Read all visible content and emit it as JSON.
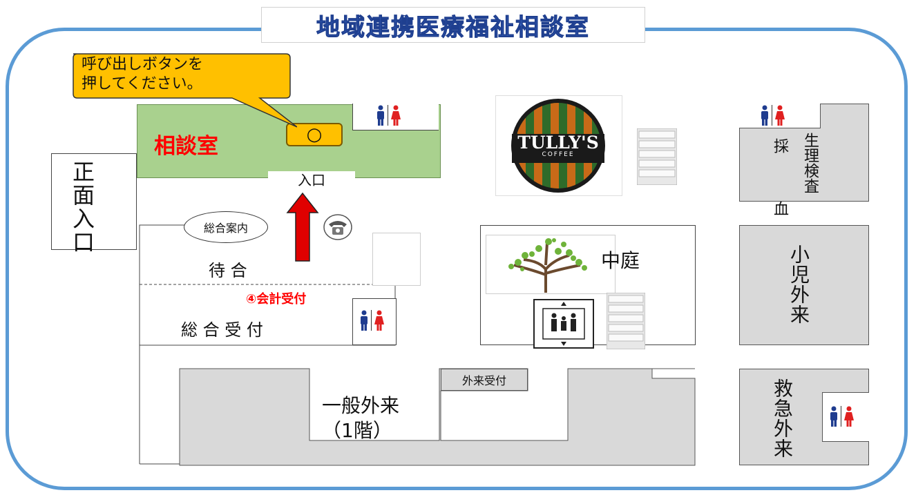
{
  "title": "地域連携医療福祉相談室",
  "callout": {
    "line1": "呼び出しボタンを",
    "line2": "押してください。"
  },
  "consult_room": {
    "label": "相談室",
    "button_symbol": "○",
    "entrance": "入口"
  },
  "front_entrance": "正面入口",
  "info_desk": "総合案内",
  "waiting": "待 合",
  "cashier": "④会計受付",
  "reception": "総 合 受 付",
  "cafe": {
    "line1": "TULLY'S",
    "line2": "COFFEE"
  },
  "courtyard": "中庭",
  "blood_draw": "採 血",
  "physiology": "生理検査",
  "pediatrics": "小児外来",
  "outpatient": {
    "line1": "一般外来",
    "line2": "（1階）"
  },
  "outpatient_reception": "外来受付",
  "emergency": "救急外来",
  "colors": {
    "frame": "#5b9bd5",
    "consult_room": "#a9d18e",
    "callout": "#ffc000",
    "arrow": "#e00000",
    "accent_text": "#ff0000",
    "gray_area": "#d9d9d9",
    "title": "#3a66c4"
  }
}
